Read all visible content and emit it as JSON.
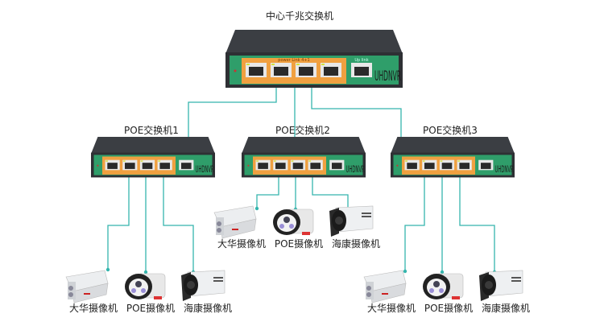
{
  "core_switch": {
    "title": "中心千兆交换机",
    "brand": "UHDNVR",
    "port_label": "power Link 4+1",
    "uplink_label": "Up link"
  },
  "poe_switches": [
    {
      "title": "POE交换机1",
      "brand": "UHDNVR"
    },
    {
      "title": "POE交换机2",
      "brand": "UHDNVR"
    },
    {
      "title": "POE交换机3",
      "brand": "UHDNVR"
    }
  ],
  "camera_groups": [
    {
      "cameras": [
        {
          "label": "大华摄像机",
          "type": "dahua"
        },
        {
          "label": "POE摄像机",
          "type": "poe"
        },
        {
          "label": "海康摄像机",
          "type": "hikvision"
        }
      ]
    },
    {
      "cameras": [
        {
          "label": "大华摄像机",
          "type": "dahua"
        },
        {
          "label": "POE摄像机",
          "type": "poe"
        },
        {
          "label": "海康摄像机",
          "type": "hikvision"
        }
      ]
    },
    {
      "cameras": [
        {
          "label": "大华摄像机",
          "type": "dahua"
        },
        {
          "label": "POE摄像机",
          "type": "poe"
        },
        {
          "label": "海康摄像机",
          "type": "hikvision"
        }
      ]
    }
  ],
  "colors": {
    "link": "#35b5ad",
    "switch_body": "#2e3034",
    "switch_panel": "#2f9e6a",
    "port_block": "#f0a040"
  }
}
